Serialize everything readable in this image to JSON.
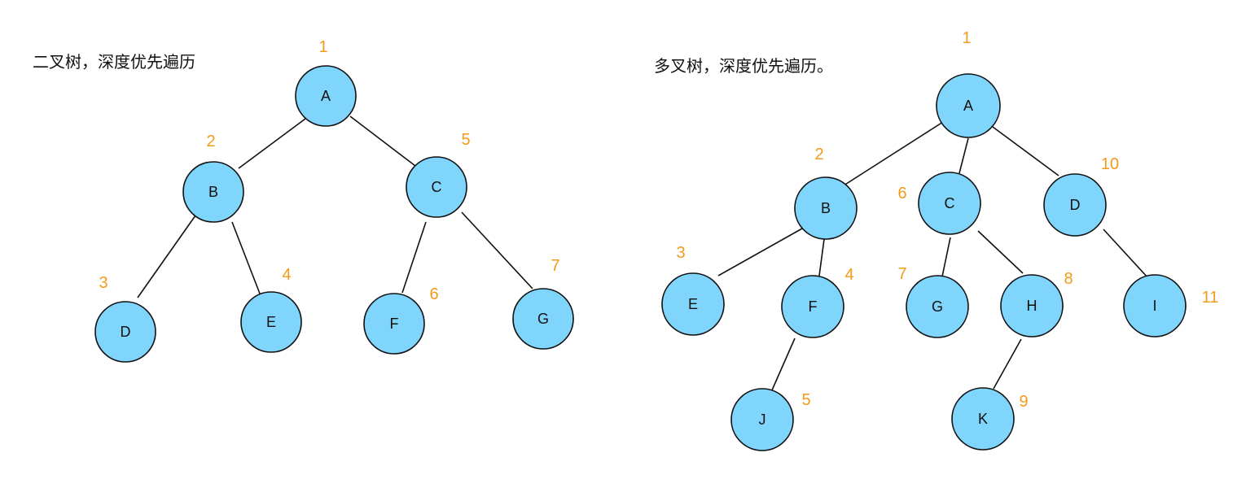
{
  "diagrams": {
    "binary": {
      "title": "二叉树，深度优先遍历",
      "nodes": {
        "A": {
          "label": "A",
          "order": "1"
        },
        "B": {
          "label": "B",
          "order": "2"
        },
        "C": {
          "label": "C",
          "order": "5"
        },
        "D": {
          "label": "D",
          "order": "3"
        },
        "E": {
          "label": "E",
          "order": "4"
        },
        "F": {
          "label": "F",
          "order": "6"
        },
        "G": {
          "label": "G",
          "order": "7"
        }
      },
      "edges": [
        [
          "A",
          "B"
        ],
        [
          "A",
          "C"
        ],
        [
          "B",
          "D"
        ],
        [
          "B",
          "E"
        ],
        [
          "C",
          "F"
        ],
        [
          "C",
          "G"
        ]
      ]
    },
    "nary": {
      "title": "多叉树，深度优先遍历。",
      "nodes": {
        "A": {
          "label": "A",
          "order": "1"
        },
        "B": {
          "label": "B",
          "order": "2"
        },
        "C": {
          "label": "C",
          "order": "6"
        },
        "D": {
          "label": "D",
          "order": "10"
        },
        "E": {
          "label": "E",
          "order": "3"
        },
        "F": {
          "label": "F",
          "order": "4"
        },
        "G": {
          "label": "G",
          "order": "7"
        },
        "H": {
          "label": "H",
          "order": "8"
        },
        "I": {
          "label": "I",
          "order": "11"
        },
        "J": {
          "label": "J",
          "order": "5"
        },
        "K": {
          "label": "K",
          "order": "9"
        }
      },
      "edges": [
        [
          "A",
          "B"
        ],
        [
          "A",
          "C"
        ],
        [
          "A",
          "D"
        ],
        [
          "B",
          "E"
        ],
        [
          "B",
          "F"
        ],
        [
          "C",
          "G"
        ],
        [
          "C",
          "H"
        ],
        [
          "D",
          "I"
        ],
        [
          "F",
          "J"
        ],
        [
          "H",
          "K"
        ]
      ]
    }
  },
  "colors": {
    "node_fill": "#7fd5fb",
    "node_stroke": "#111111",
    "order_text": "#f29a1a",
    "edge": "#111111"
  }
}
